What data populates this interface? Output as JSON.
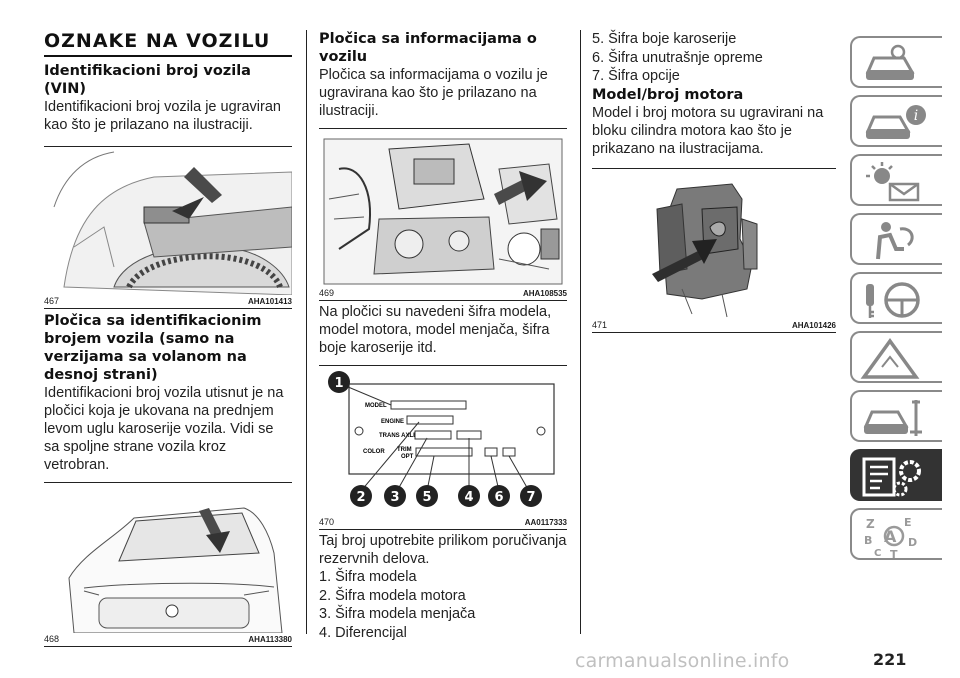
{
  "section_title": "OZNAKE NA VOZILU",
  "col1": {
    "heading1": "Identifikacioni broj vozila (VIN)",
    "para1": "Identifikacioni broj vozila je ugraviran kao što je prilazano na ilustraciji.",
    "fig1": {
      "number": "467",
      "code": "AHA101413"
    },
    "heading2": "Pločica sa identifikacionim brojem vozila (samo na verzijama sa volanom na desnoj strani)",
    "para2": "Identifikacioni broj vozila utisnut je na pločici koja je ukovana na prednjem levom uglu karoserije vozila. Vidi se sa spoljne strane vozila kroz vetrobran.",
    "fig2": {
      "number": "468",
      "code": "AHA113380"
    }
  },
  "col2": {
    "heading1": "Pločica sa informacijama o vozilu",
    "para1": "Pločica sa informacijama o vozilu je ugravirana kao što je prilazano na ilustraciji.",
    "fig1": {
      "number": "469",
      "code": "AHA108535"
    },
    "para2": "Na pločici su navedeni šifra modela, model motora, model menjača, šifra boje karoserije itd.",
    "fig2": {
      "number": "470",
      "code": "AA0117333",
      "plate_labels": [
        "MODEL",
        "ENGINE",
        "TRANS AXLE",
        "COLOR",
        "TRIM",
        "OPT"
      ],
      "callouts": [
        "1",
        "2",
        "3",
        "5",
        "4",
        "6",
        "7"
      ]
    },
    "para3": "Taj broj upotrebite prilikom poručivanja rezervnih delova.",
    "list": [
      "1. Šifra modela",
      "2. Šifra modela motora",
      "3. Šifra modela menjača",
      "4. Diferencijal"
    ]
  },
  "col3": {
    "list": [
      "5. Šifra boje karoserije",
      "6. Šifra unutrašnje opreme",
      "7. Šifra opcije"
    ],
    "heading1": "Model/broj motora",
    "para1": "Model i broj motora su ugravirani na bloku cilindra motora kao što je prikazano na ilustracijama.",
    "fig1": {
      "number": "471",
      "code": "AHA101426"
    }
  },
  "sidebar": {
    "tabs": [
      {
        "icon": "car-dashboard-icon"
      },
      {
        "icon": "car-info-icon"
      },
      {
        "icon": "warning-light-message-icon"
      },
      {
        "icon": "airbag-seat-icon"
      },
      {
        "icon": "key-steering-wheel-icon"
      },
      {
        "icon": "warning-triangle-icon"
      },
      {
        "icon": "car-service-tools-icon"
      },
      {
        "icon": "specifications-gear-icon",
        "active": true
      },
      {
        "icon": "alphabetical-index-icon"
      }
    ]
  },
  "page_number": "221",
  "watermark": "carmanualsonline.info"
}
